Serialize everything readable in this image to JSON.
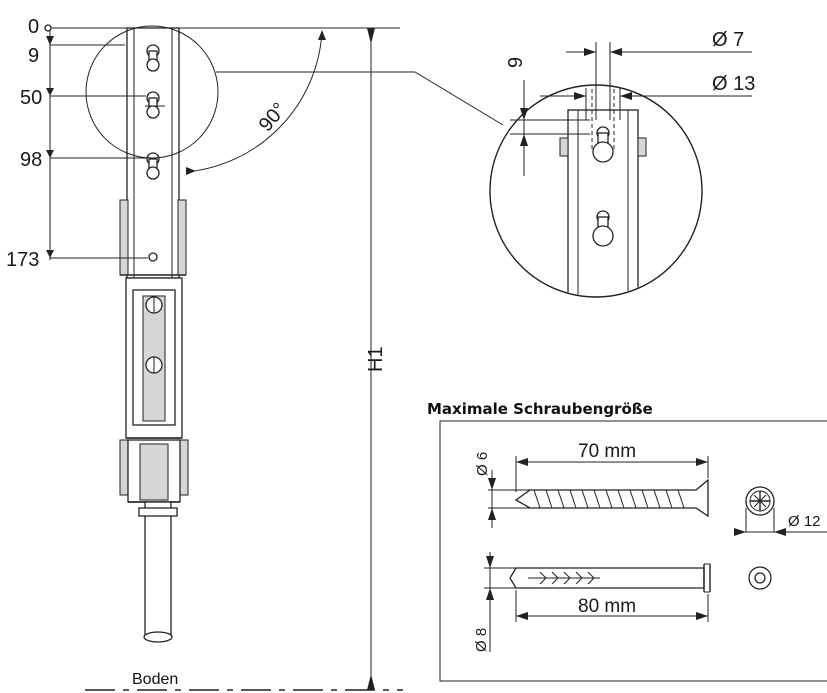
{
  "drawing": {
    "hole_offsets": [
      "0",
      "9",
      "50",
      "98",
      "173"
    ],
    "angle_label": "90°",
    "height_label": "H1",
    "floor_label": "Boden",
    "detail_dims": {
      "slot_height": "9",
      "slot_width": "Ø 7",
      "head_width": "Ø 13"
    }
  },
  "screw_panel": {
    "title": "Maximale Schraubengröße",
    "screw_length": "70 mm",
    "screw_diameter": "Ø 6",
    "head_diameter": "Ø 12",
    "dowel_length": "80 mm",
    "dowel_diameter": "Ø 8"
  }
}
